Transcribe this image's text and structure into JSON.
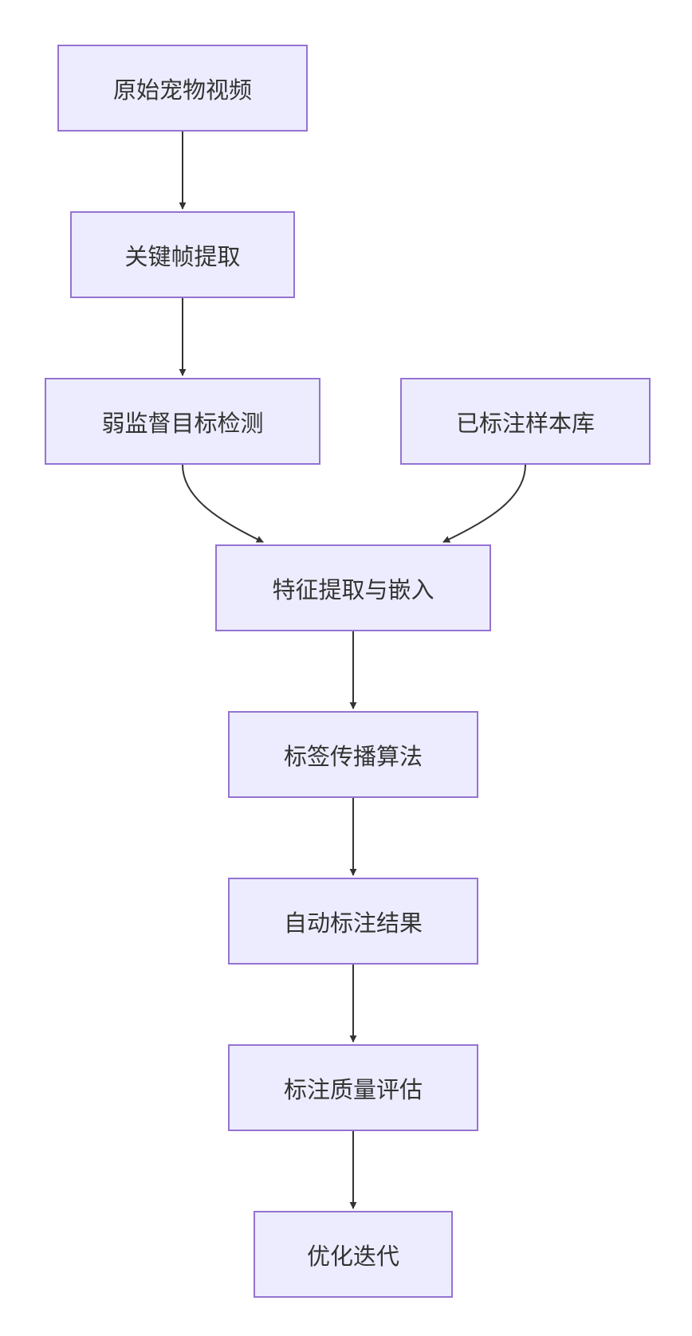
{
  "diagram": {
    "nodes": {
      "raw_video": "原始宠物视频",
      "keyframe": "关键帧提取",
      "weak_detect": "弱监督目标检测",
      "labeled_lib": "已标注样本库",
      "feature_embed": "特征提取与嵌入",
      "label_prop": "标签传播算法",
      "auto_result": "自动标注结果",
      "quality_eval": "标注质量评估",
      "optimize": "优化迭代"
    },
    "edges": [
      {
        "from": "raw_video",
        "to": "keyframe"
      },
      {
        "from": "keyframe",
        "to": "weak_detect"
      },
      {
        "from": "weak_detect",
        "to": "feature_embed"
      },
      {
        "from": "labeled_lib",
        "to": "feature_embed"
      },
      {
        "from": "feature_embed",
        "to": "label_prop"
      },
      {
        "from": "label_prop",
        "to": "auto_result"
      },
      {
        "from": "auto_result",
        "to": "quality_eval"
      },
      {
        "from": "quality_eval",
        "to": "optimize"
      }
    ],
    "colors": {
      "node_fill": "#ececfe",
      "node_border": "#9573d2",
      "edge": "#333333",
      "text": "#333333"
    }
  }
}
